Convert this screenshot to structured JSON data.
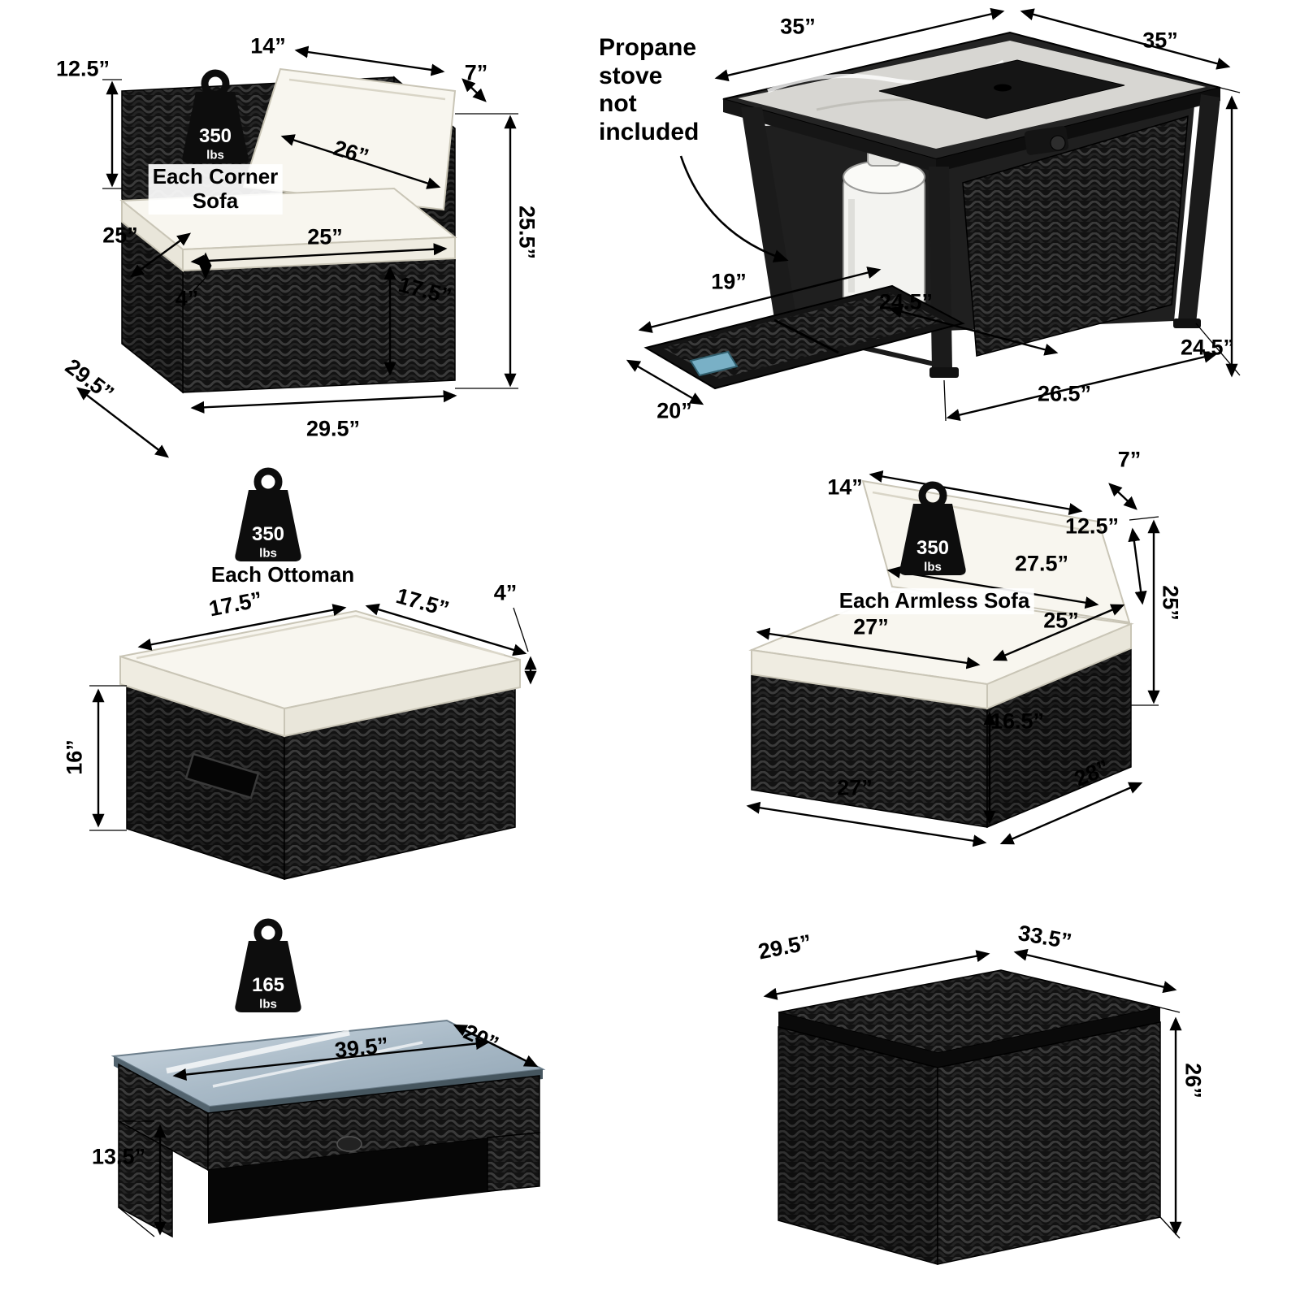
{
  "panels": {
    "corner_sofa": {
      "badge": {
        "weight": "350",
        "unit": "lbs"
      },
      "caption": "Each Corner\nSofa",
      "dims": {
        "back_height": "12.5”",
        "pillow_top_edge": "14”",
        "pillow_thickness": "7”",
        "pillow_width": "26”",
        "seat_depth": "25”",
        "seat_width": "25”",
        "cushion_thickness": "4”",
        "front_height": "17.5”",
        "overall_height": "25.5”",
        "overall_depth": "29.5”",
        "overall_width": "29.5”"
      }
    },
    "fire_pit_table": {
      "note": "Propane\nstove\nnot\nincluded",
      "dims": {
        "top_width_left": "35”",
        "top_width_right": "35”",
        "tray_length": "19”",
        "tray_depth": "24.5”",
        "tray_width": "20”",
        "base_width": "26.5”",
        "height": "24.5”"
      }
    },
    "ottoman": {
      "badge": {
        "weight": "350",
        "unit": "lbs"
      },
      "caption": "Each Ottoman",
      "dims": {
        "top_depth": "17.5”",
        "top_width": "17.5”",
        "cushion_thickness": "4”",
        "height": "16”"
      }
    },
    "armless_sofa": {
      "badge": {
        "weight": "350",
        "unit": "lbs"
      },
      "caption": "Each Armless Sofa",
      "dims": {
        "pillow_top_edge": "14”",
        "pillow_thickness": "7”",
        "back_height": "12.5”",
        "pillow_width": "27.5”",
        "overall_height": "25”",
        "seat_width": "27”",
        "seat_depth": "25”",
        "front_height": "16.5”",
        "base_width": "27”",
        "base_depth": "28”"
      }
    },
    "coffee_table": {
      "badge": {
        "weight": "165",
        "unit": "lbs"
      },
      "dims": {
        "top_length": "39.5”",
        "top_width": "20”",
        "height": "13.5”"
      }
    },
    "storage_box": {
      "dims": {
        "depth": "29.5”",
        "width": "33.5”",
        "height": "26”"
      }
    }
  }
}
